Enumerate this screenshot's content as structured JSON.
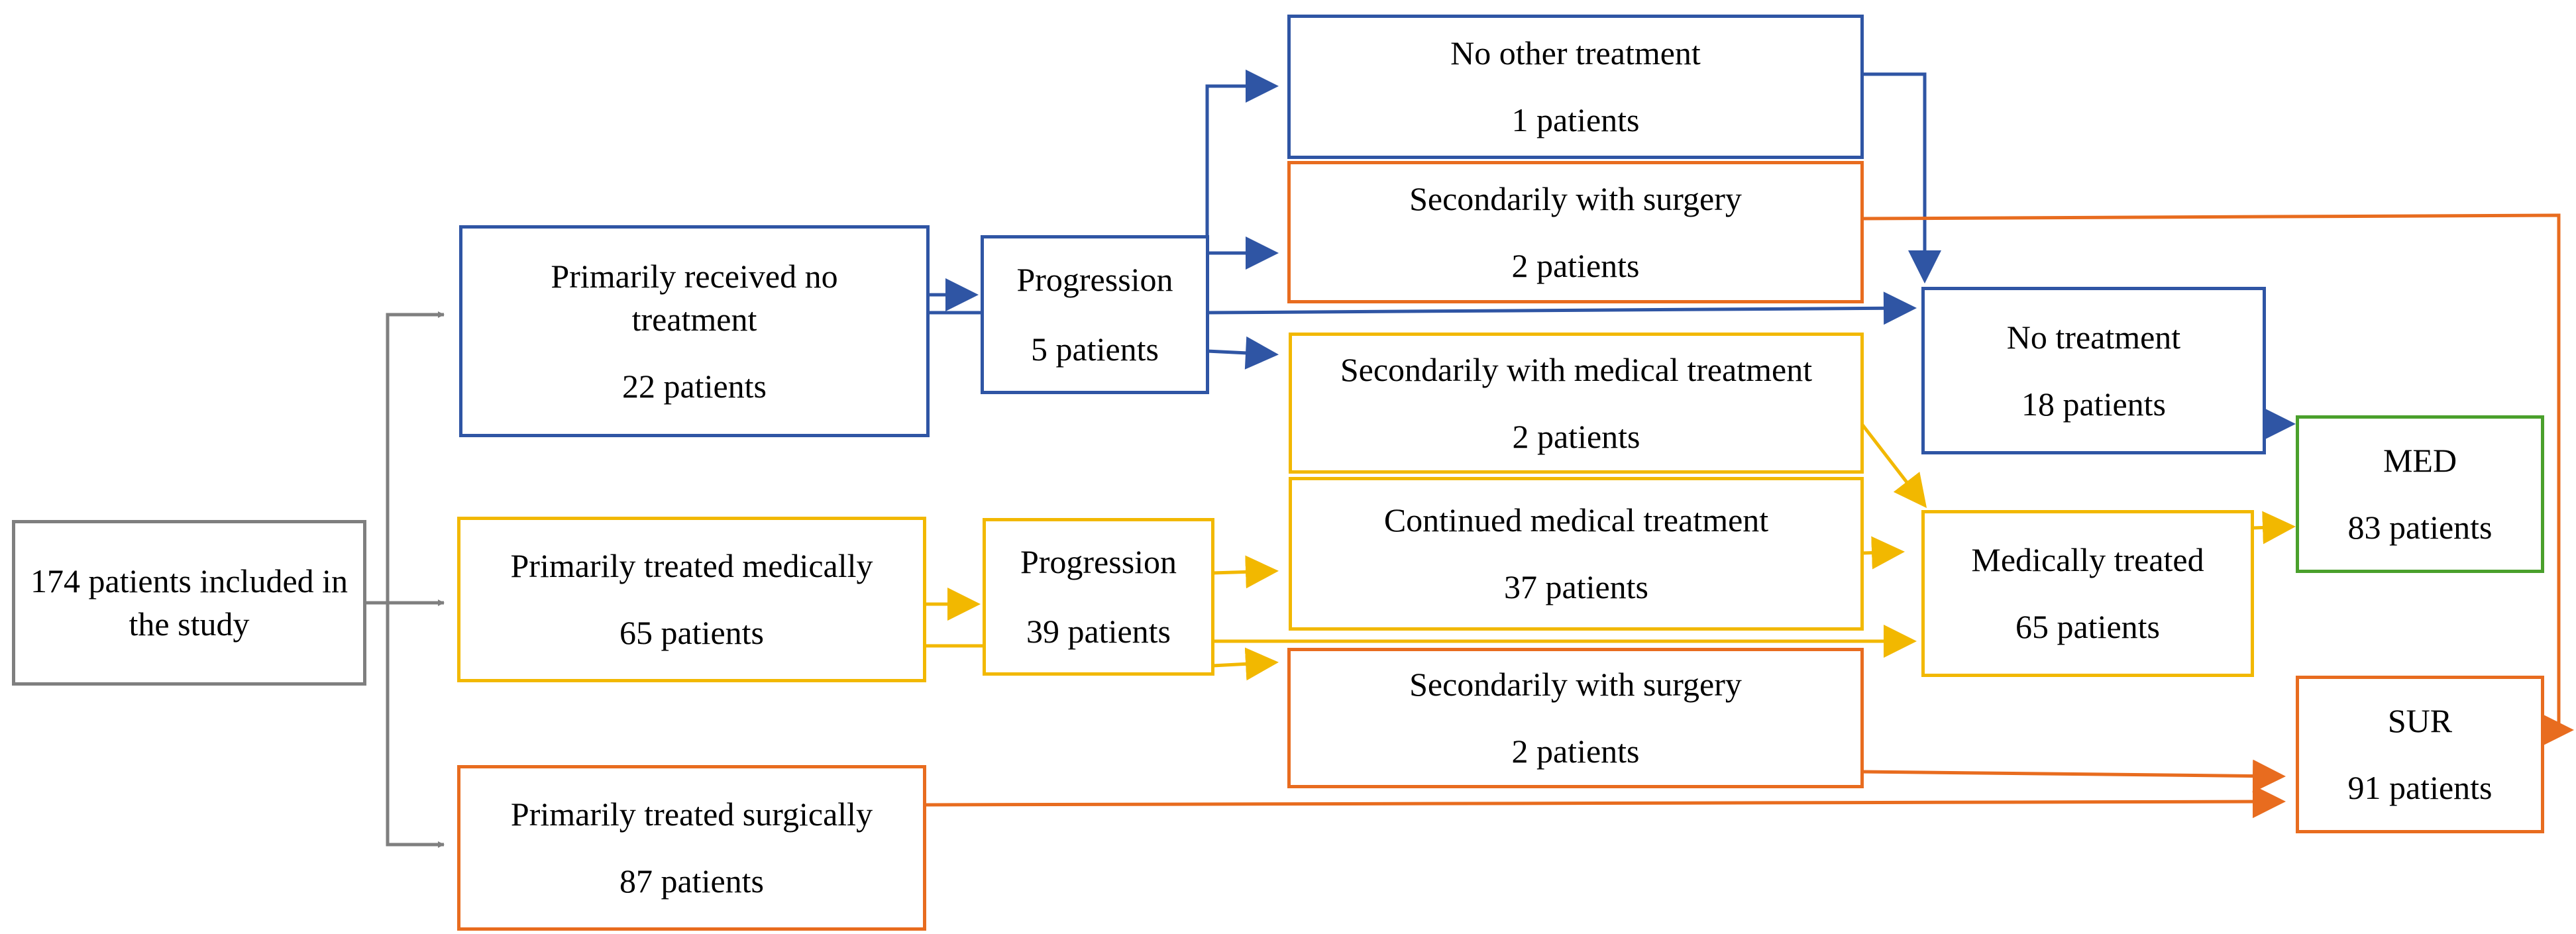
{
  "colors": {
    "gray": "#7f7f7f",
    "blue": "#2f55a4",
    "yellow": "#f2b800",
    "orange": "#e86c1f",
    "green": "#4aa02c"
  },
  "nodes": {
    "total": {
      "label": "174 patients included in the study",
      "color": "gray"
    },
    "no_treatment_primary": {
      "label": "Primarily received no treatment",
      "count": "22 patients",
      "color": "blue"
    },
    "medical_primary": {
      "label": "Primarily treated medically",
      "count": "65 patients",
      "color": "yellow"
    },
    "surgical_primary": {
      "label": "Primarily treated surgically",
      "count": "87 patients",
      "color": "orange"
    },
    "progression_blue": {
      "label": "Progression",
      "count": "5 patients",
      "color": "blue"
    },
    "progression_yellow": {
      "label": "Progression",
      "count": "39 patients",
      "color": "yellow"
    },
    "no_other_treatment": {
      "label": "No other treatment",
      "count": "1 patients",
      "color": "blue"
    },
    "secondary_surgery_top": {
      "label": "Secondarily with surgery",
      "count": "2 patients",
      "color": "orange"
    },
    "secondary_medical": {
      "label": "Secondarily with medical treatment",
      "count": "2 patients",
      "color": "yellow"
    },
    "continued_medical": {
      "label": "Continued medical treatment",
      "count": "37 patients",
      "color": "yellow"
    },
    "secondary_surgery_bottom": {
      "label": "Secondarily with surgery",
      "count": "2 patients",
      "color": "orange"
    },
    "no_treatment_final": {
      "label": "No treatment",
      "count": "18 patients",
      "color": "blue"
    },
    "medically_treated": {
      "label": "Medically treated",
      "count": "65 patients",
      "color": "yellow"
    },
    "med": {
      "label": "MED",
      "count": "83 patients",
      "color": "green"
    },
    "sur": {
      "label": "SUR",
      "count": "91 patients",
      "color": "orange"
    }
  },
  "edges": [
    {
      "from": "total",
      "to": "no_treatment_primary",
      "color": "gray"
    },
    {
      "from": "total",
      "to": "medical_primary",
      "color": "gray"
    },
    {
      "from": "total",
      "to": "surgical_primary",
      "color": "gray"
    },
    {
      "from": "no_treatment_primary",
      "to": "progression_blue",
      "color": "blue"
    },
    {
      "from": "no_treatment_primary",
      "to": "no_treatment_final",
      "color": "blue",
      "dashed_segment": true
    },
    {
      "from": "progression_blue",
      "to": "no_other_treatment",
      "color": "blue"
    },
    {
      "from": "progression_blue",
      "to": "secondary_surgery_top",
      "color": "blue"
    },
    {
      "from": "progression_blue",
      "to": "secondary_medical",
      "color": "blue"
    },
    {
      "from": "no_other_treatment",
      "to": "no_treatment_final",
      "color": "blue"
    },
    {
      "from": "no_treatment_final",
      "to": "med",
      "color": "blue"
    },
    {
      "from": "secondary_surgery_top",
      "to": "sur",
      "color": "orange"
    },
    {
      "from": "secondary_medical",
      "to": "medically_treated",
      "color": "yellow"
    },
    {
      "from": "medical_primary",
      "to": "progression_yellow",
      "color": "yellow"
    },
    {
      "from": "medical_primary",
      "to": "medically_treated",
      "color": "yellow",
      "dashed_segment": true
    },
    {
      "from": "progression_yellow",
      "to": "continued_medical",
      "color": "yellow"
    },
    {
      "from": "progression_yellow",
      "to": "secondary_surgery_bottom",
      "color": "yellow"
    },
    {
      "from": "continued_medical",
      "to": "medically_treated",
      "color": "yellow"
    },
    {
      "from": "medically_treated",
      "to": "med",
      "color": "yellow"
    },
    {
      "from": "secondary_surgery_bottom",
      "to": "sur",
      "color": "orange"
    },
    {
      "from": "surgical_primary",
      "to": "sur",
      "color": "orange"
    }
  ]
}
